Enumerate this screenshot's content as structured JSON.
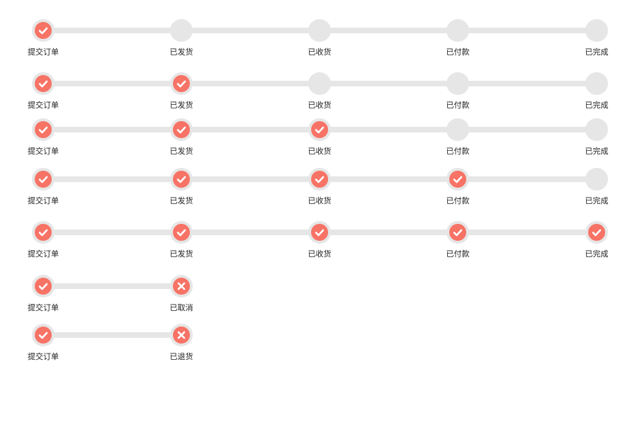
{
  "colors": {
    "accent": "#f77366",
    "track": "#e6e6e6",
    "text": "#222222"
  },
  "trackers": [
    {
      "steps": [
        {
          "label": "提交订单",
          "state": "done"
        },
        {
          "label": "已发货",
          "state": "pending"
        },
        {
          "label": "已收货",
          "state": "pending"
        },
        {
          "label": "已付款",
          "state": "pending"
        },
        {
          "label": "已完成",
          "state": "pending"
        }
      ]
    },
    {
      "steps": [
        {
          "label": "提交订单",
          "state": "done"
        },
        {
          "label": "已发货",
          "state": "done"
        },
        {
          "label": "已收货",
          "state": "pending"
        },
        {
          "label": "已付款",
          "state": "pending"
        },
        {
          "label": "已完成",
          "state": "pending"
        }
      ]
    },
    {
      "steps": [
        {
          "label": "提交订单",
          "state": "done"
        },
        {
          "label": "已发货",
          "state": "done"
        },
        {
          "label": "已收货",
          "state": "done"
        },
        {
          "label": "已付款",
          "state": "pending"
        },
        {
          "label": "已完成",
          "state": "pending"
        }
      ]
    },
    {
      "steps": [
        {
          "label": "提交订单",
          "state": "done"
        },
        {
          "label": "已发货",
          "state": "done"
        },
        {
          "label": "已收货",
          "state": "done"
        },
        {
          "label": "已付款",
          "state": "done"
        },
        {
          "label": "已完成",
          "state": "pending"
        }
      ]
    },
    {
      "steps": [
        {
          "label": "提交订单",
          "state": "done"
        },
        {
          "label": "已发货",
          "state": "done"
        },
        {
          "label": "已收货",
          "state": "done"
        },
        {
          "label": "已付款",
          "state": "done"
        },
        {
          "label": "已完成",
          "state": "done"
        }
      ]
    },
    {
      "steps": [
        {
          "label": "提交订单",
          "state": "done"
        },
        {
          "label": "已取消",
          "state": "cancel"
        }
      ]
    },
    {
      "steps": [
        {
          "label": "提交订单",
          "state": "done"
        },
        {
          "label": "已退货",
          "state": "cancel"
        }
      ]
    }
  ]
}
